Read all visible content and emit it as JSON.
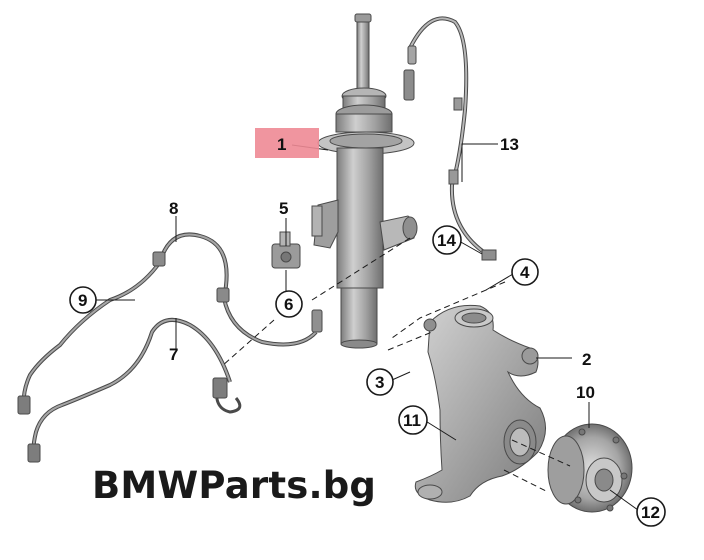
{
  "callouts": [
    "1",
    "2",
    "3",
    "4",
    "5",
    "6",
    "7",
    "8",
    "9",
    "10",
    "11",
    "12",
    "13",
    "14"
  ],
  "highlighted_callout": "1",
  "colors": {
    "highlight": "#ee8a95",
    "part_fill": "#a9a9a9",
    "part_stroke": "#4a4a4a",
    "leader": "#1a1a1a"
  },
  "watermark": "BMWParts.bg"
}
